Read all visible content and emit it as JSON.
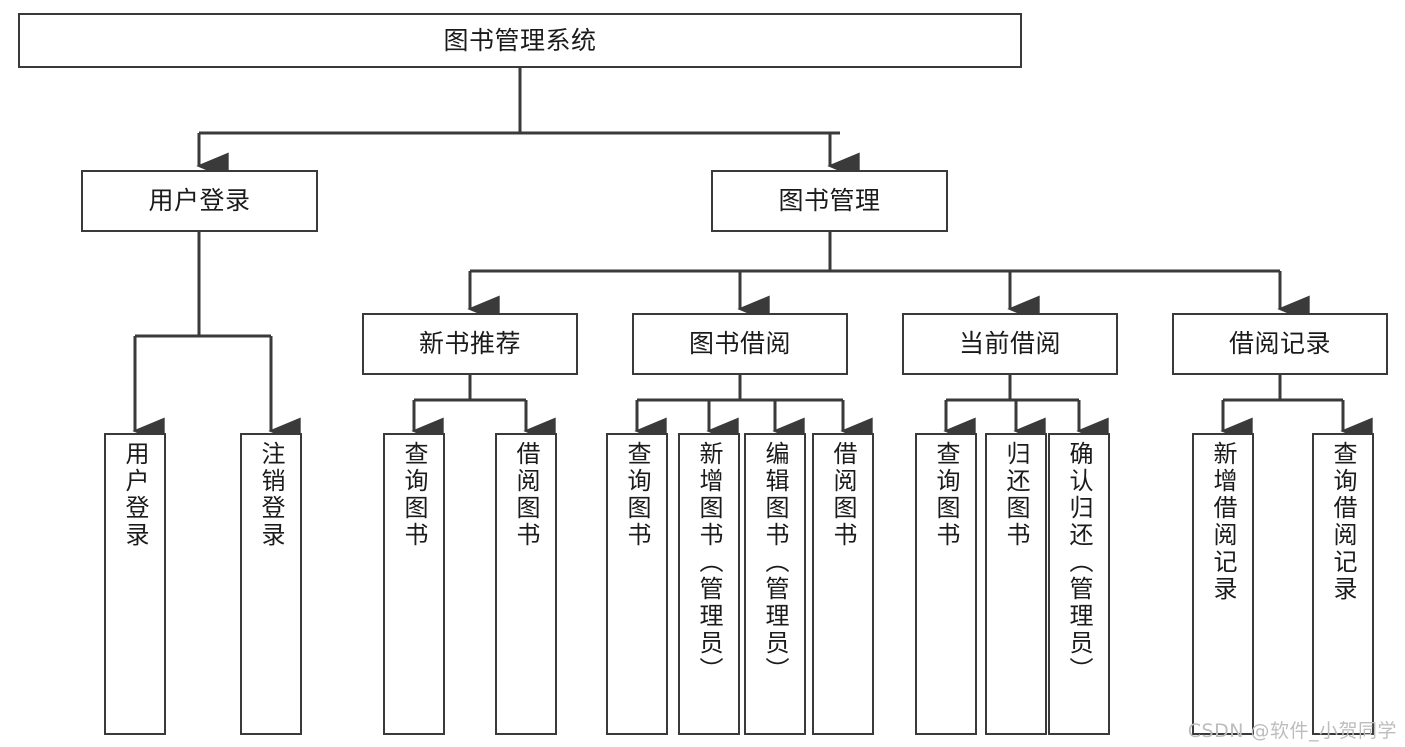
{
  "diagram": {
    "title": "图书管理系统",
    "type": "tree-hierarchy-chart",
    "root": {
      "id": "root",
      "label": "图书管理系统",
      "orientation": "horizontal"
    },
    "level2": [
      {
        "id": "user-login",
        "label": "用户登录",
        "orientation": "horizontal"
      },
      {
        "id": "book-management",
        "label": "图书管理",
        "orientation": "horizontal"
      }
    ],
    "level3": [
      {
        "id": "new-book-recommend",
        "label": "新书推荐",
        "orientation": "horizontal"
      },
      {
        "id": "book-borrow",
        "label": "图书借阅",
        "orientation": "horizontal"
      },
      {
        "id": "current-borrow",
        "label": "当前借阅",
        "orientation": "horizontal"
      },
      {
        "id": "borrow-record",
        "label": "借阅记录",
        "orientation": "horizontal"
      }
    ],
    "leaves": {
      "user_login": [
        {
          "id": "leaf-user-login",
          "label": "用户登录"
        },
        {
          "id": "leaf-logout",
          "label": "注销登录"
        }
      ],
      "new_book_recommend": [
        {
          "id": "leaf-query-book-1",
          "label": "查询图书"
        },
        {
          "id": "leaf-borrow-book-1",
          "label": "借阅图书"
        }
      ],
      "book_borrow": [
        {
          "id": "leaf-query-book-2",
          "label": "查询图书"
        },
        {
          "id": "leaf-add-book",
          "label": "新增图书（管理员）"
        },
        {
          "id": "leaf-edit-book",
          "label": "编辑图书（管理员）"
        },
        {
          "id": "leaf-borrow-book-2",
          "label": "借阅图书"
        }
      ],
      "current_borrow": [
        {
          "id": "leaf-query-book-3",
          "label": "查询图书"
        },
        {
          "id": "leaf-return-book",
          "label": "归还图书"
        },
        {
          "id": "leaf-confirm-return",
          "label": "确认归还（管理员）"
        }
      ],
      "borrow_record": [
        {
          "id": "leaf-add-record",
          "label": "新增借阅记录"
        },
        {
          "id": "leaf-query-record",
          "label": "查询借阅记录"
        }
      ]
    },
    "colors": {
      "stroke": "#3a3a3a",
      "fill": "#ffffff",
      "text": "#1b1b1b",
      "watermark": "#bdbdbd"
    }
  },
  "watermark": {
    "text": "CSDN @软件_小贺同学"
  }
}
